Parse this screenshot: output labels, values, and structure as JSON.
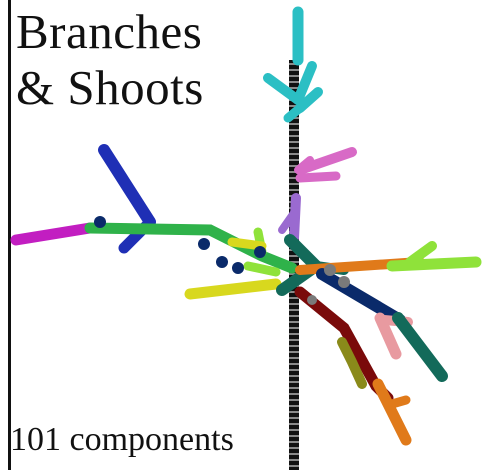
{
  "title": {
    "line1": "Branches",
    "line2": "& Shoots"
  },
  "caption": "101 components",
  "palette": {
    "background": "#ffffff",
    "spine": "#1a1a1a",
    "cyan": "#2bbfc4",
    "magenta": "#c21ec1",
    "blue": "#1f2fb5",
    "green": "#2fb24a",
    "lime": "#8fe23a",
    "yellow": "#d8d81e",
    "teal": "#136a5a",
    "navy": "#0a2a6a",
    "darkred": "#7a0a0a",
    "orange": "#e07a1a",
    "pink": "#e89aa0",
    "violet": "#9a6ad0",
    "gray": "#7a7a7a"
  }
}
